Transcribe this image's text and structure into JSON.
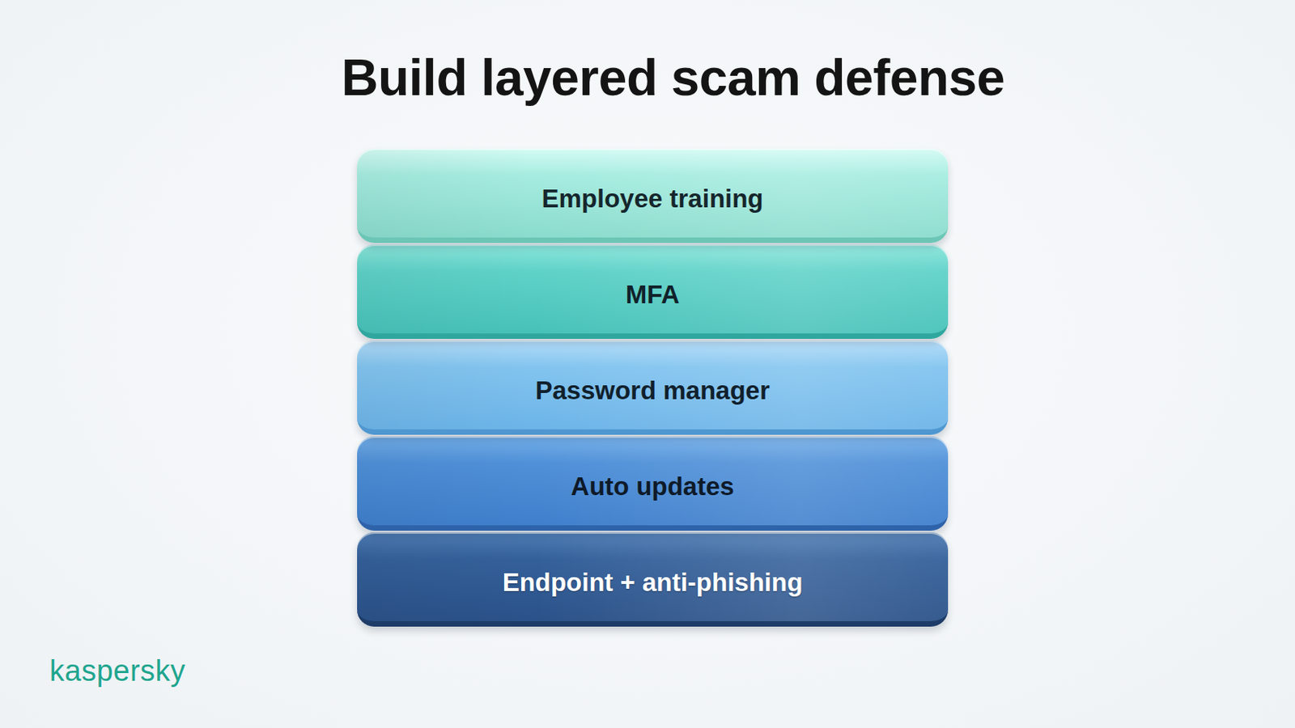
{
  "diagram": {
    "title": "Build layered scam defense",
    "nodes": [
      {
        "text": [
          "Employee training"
        ]
      },
      {
        "text": [
          "MFA"
        ]
      },
      {
        "text": [
          "Password manager"
        ]
      },
      {
        "text": [
          "Auto updates"
        ]
      },
      {
        "text": [
          "Endpoint + anti-phishing"
        ]
      }
    ],
    "labels": [
      "kaspersky"
    ]
  }
}
